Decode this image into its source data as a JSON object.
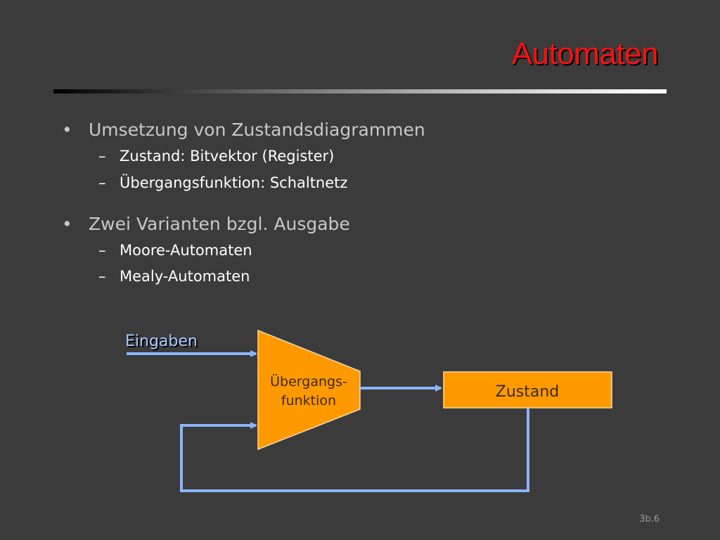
{
  "slide": {
    "title": "Automaten",
    "page_number": "3b.6"
  },
  "bullets": [
    {
      "text": "Umsetzung von Zustandsdiagrammen",
      "sub": [
        "Zustand: Bitvektor (Register)",
        "Übergangsfunktion: Schaltnetz"
      ]
    },
    {
      "text": "Zwei Varianten bzgl. Ausgabe",
      "sub": [
        "Moore-Automaten",
        "Mealy-Automaten"
      ]
    }
  ],
  "bullet_symbol": "•",
  "sub_symbol": "–",
  "diagram": {
    "input_label": "Eingaben",
    "transition_label_line1": "Übergangs-",
    "transition_label_line2": "funktion",
    "state_label": "Zustand"
  },
  "colors": {
    "background": "#3b3b3b",
    "title": "#ff1010",
    "block_fill": "#ff9900",
    "arrow": "#8cb4ff",
    "input_label": "#a8c8ff"
  }
}
